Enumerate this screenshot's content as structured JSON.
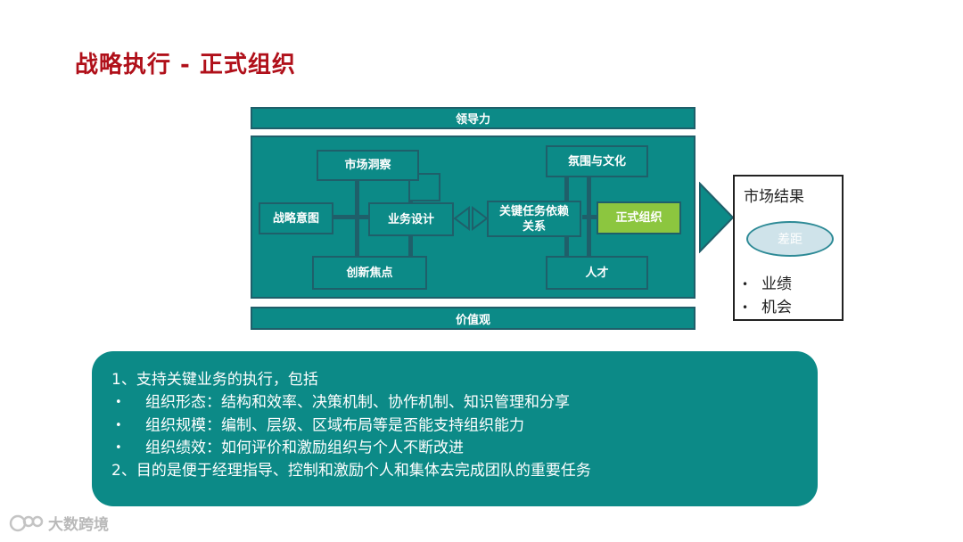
{
  "slide": {
    "title": "战略执行 - 正式组织"
  },
  "diagram": {
    "top_bar": "领导力",
    "bottom_bar": "价值观",
    "nodes": {
      "market_insight": "市场洞察",
      "strategic_intent": "战略意图",
      "business_design": "业务设计",
      "innovation_focus": "创新焦点",
      "key_tasks": "关键任务依赖关系",
      "climate_culture": "氛围与文化",
      "formal_org": "正式组织",
      "talent": "人才"
    },
    "result": {
      "title": "市场结果",
      "gap": "差距",
      "items": [
        "业绩",
        "机会"
      ]
    },
    "colors": {
      "teal": "#0c8a87",
      "highlight": "#8cc63f",
      "title_red": "#b0101a"
    }
  },
  "description": {
    "line1": "1、支持关键业务的执行，包括",
    "bullets": [
      "组织形态：结构和效率、决策机制、协作机制、知识管理和分享",
      "组织规模：编制、层级、区域布局等是否能支持组织能力",
      "组织绩效：如何评价和激励组织与个人不断改进"
    ],
    "line2": "2、目的是便于经理指导、控制和激励个人和集体去完成团队的重要任务"
  },
  "watermark": {
    "text": "大数跨境"
  }
}
